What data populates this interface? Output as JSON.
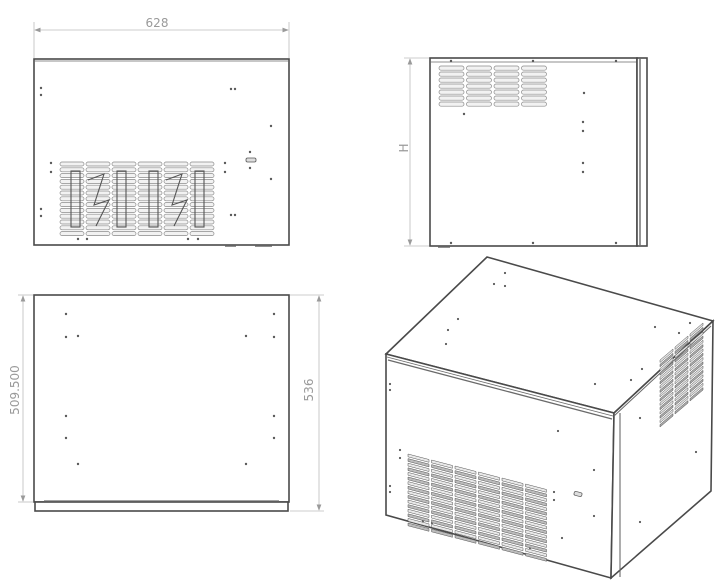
{
  "drawing": {
    "views": {
      "front": {
        "label": "front-view",
        "width_dimension": "628"
      },
      "side": {
        "label": "side-view",
        "height_dimension": "H"
      },
      "top": {
        "label": "top-view",
        "depth_dimension_inner": "509.500",
        "depth_dimension_outer": "536"
      },
      "isometric": {
        "label": "isometric-view"
      }
    },
    "colors": {
      "outline": "#4a4a4a",
      "dimension": "#9a9a9a",
      "background": "#ffffff"
    }
  }
}
